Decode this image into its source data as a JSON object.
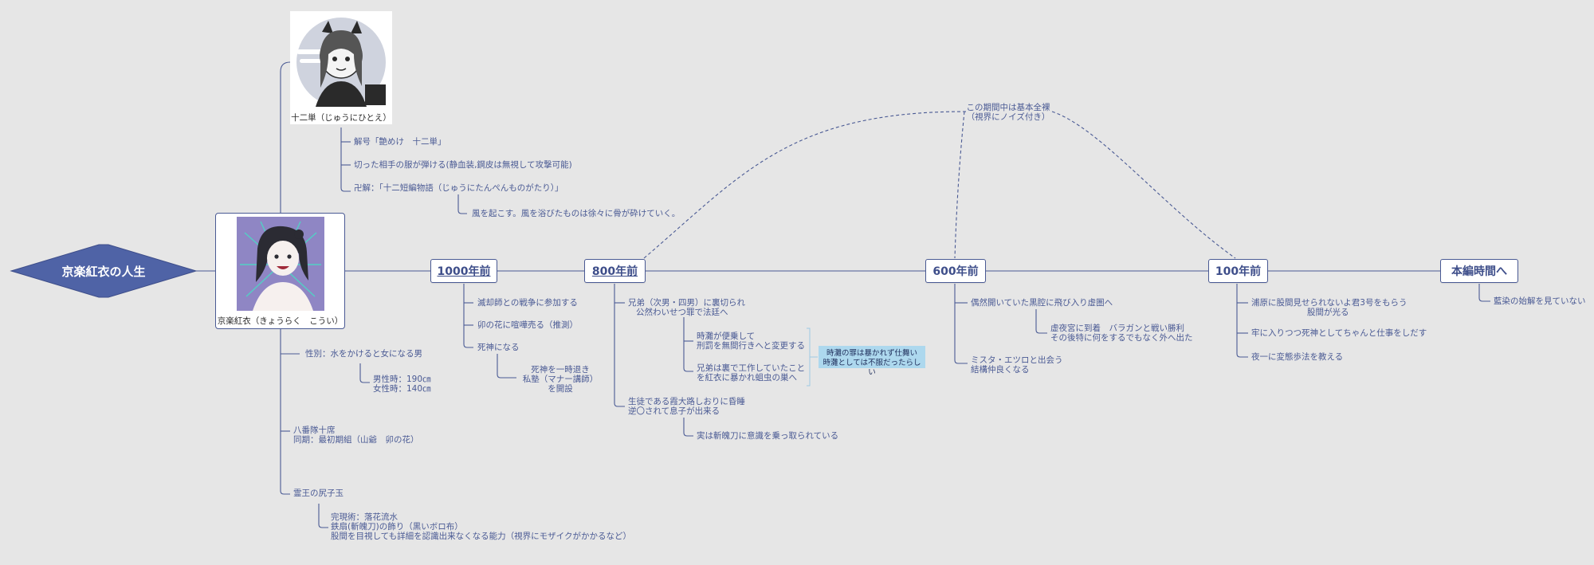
{
  "root": {
    "title": "京楽紅衣の人生"
  },
  "character": {
    "name": "京楽紅衣（きょうらく　こうい）"
  },
  "zanpakuto": {
    "name": "十二単（じゅうにひとえ）",
    "items": [
      "解号「艶めけ　十二単」",
      "切った相手の服が弾ける(静血装,鋼皮は無視して攻撃可能)",
      "卍解：「十二短編物語（じゅうにたんぺんものがたり）」"
    ],
    "bankai_detail": "風を起こす。風を浴びたものは徐々に骨が砕けていく。"
  },
  "profile": {
    "gender": "性別：水をかけると女になる男",
    "height_male": "男性時：190㎝",
    "height_female": "女性時：140㎝",
    "rank_line1": "八番隊十席",
    "rank_line2": "同期：最初期組（山爺　卯の花）",
    "hogyoku": "霊王の尻子玉",
    "power_line1": "完現術：落花流水",
    "power_line2": "鉄扇(斬魄刀)の飾り（黒いボロ布）",
    "power_line3": "股間を目視しても詳細を認識出来なくなる能力（視界にモザイクがかかるなど）"
  },
  "eras": {
    "e1000": {
      "label": "1000年前",
      "items": [
        "滅却師との戦争に参加する",
        "卯の花に喧嘩売る（推測）",
        "死神になる"
      ],
      "sub_line1": "死神を一時退き",
      "sub_line2": "私塾（マナー講師）",
      "sub_line3": "を開設"
    },
    "e800": {
      "label": "800年前",
      "item1_line1": "兄弟（次男・四男）に裏切られ",
      "item1_line2": "公然わいせつ罪で法廷へ",
      "sub1_line1": "時灘が便乗して",
      "sub1_line2": "刑罰を無間行きへと変更する",
      "sub2_line1": "兄弟は裏で工作していたこと",
      "sub2_line2": "を紅衣に暴かれ蛆虫の巣へ",
      "note_line1": "時灘の罪は暴かれず仕舞い",
      "note_line2": "時灘としては不服だったらしい",
      "item2_line1": "生徒である霞大路しおりに昏睡",
      "item2_line2": "逆〇されて息子が出来る",
      "item2_sub": "実は斬魄刀に意識を乗っ取られている"
    },
    "e600": {
      "label": "600年前",
      "item1": "偶然開いていた黒腔に飛び入り虚圏へ",
      "sub1_line1": "虚夜宮に到着　バラガンと戦い勝利",
      "sub1_line2": "その後特に何をするでもなく外へ出た",
      "item2_line1": "ミスタ・エツロと出会う",
      "item2_line2": "結構仲良くなる"
    },
    "e100": {
      "label": "100年前",
      "item1_line1": "浦原に股間見せられないよ君3号をもらう",
      "item1_line2": "股間が光る",
      "item2": "牢に入りつつ死神としてちゃんと仕事をしだす",
      "item3": "夜一に変態歩法を教える"
    },
    "main": {
      "label": "本編時間へ",
      "item": "藍染の始解を見ていない"
    }
  },
  "period_note": {
    "line1": "この期間中は基本全裸",
    "line2": "（視界にノイズ付き）"
  },
  "colors": {
    "background": "#e6e6e6",
    "accent": "#4a5a94",
    "root_fill": "#4f63a6",
    "note_fill": "#add8ee"
  }
}
